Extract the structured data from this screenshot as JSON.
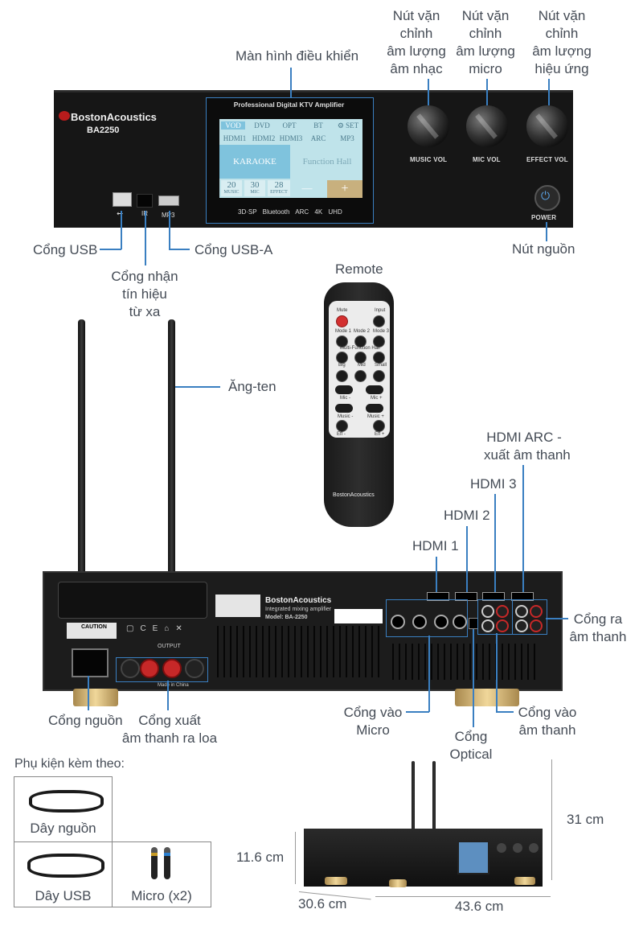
{
  "callouts": {
    "music_knob": "Nút vặn chỉnh âm lượng âm nhạc",
    "music_knob_lines": [
      "Nút vặn",
      "chỉnh",
      "âm lượng",
      "âm nhạc"
    ],
    "mic_knob_lines": [
      "Nút vặn",
      "chỉnh",
      "âm lượng",
      "micro"
    ],
    "effect_knob_lines": [
      "Nút vặn",
      "chỉnh",
      "âm lượng",
      "hiệu ứng"
    ],
    "control_screen": "Màn hình điều khiển",
    "usb_port": "Cổng USB",
    "ir_lines": [
      "Cổng nhận",
      "tín hiệu",
      "từ xa"
    ],
    "usb_a_port": "Cổng USB-A",
    "power_button": "Nút nguồn",
    "remote": "Remote",
    "antenna": "Ăng-ten",
    "hdmi_arc_lines": [
      "HDMI ARC -",
      "xuất âm thanh"
    ],
    "hdmi3": "HDMI 3",
    "hdmi2": "HDMI 2",
    "hdmi1": "HDMI 1",
    "audio_out_lines": [
      "Cổng ra",
      "âm thanh"
    ],
    "power_port": "Cổng nguồn",
    "speaker_out_lines": [
      "Cổng xuất",
      "âm thanh ra loa"
    ],
    "mic_in_lines": [
      "Cổng vào",
      "Micro"
    ],
    "optical_lines": [
      "Cổng",
      "Optical"
    ],
    "audio_in_lines": [
      "Cổng vào",
      "âm thanh"
    ]
  },
  "device": {
    "brand": "BostonAcoustics",
    "model": "BA2250",
    "screen_title": "Professional Digital KTV Amplifier",
    "inputs_row1": [
      "VOD",
      "DVD",
      "OPT",
      "BT",
      "SET"
    ],
    "inputs_row2": [
      "HDMI1",
      "HDMI2",
      "HDMI3",
      "ARC",
      "MP3"
    ],
    "mode_karaoke": "KARAOKE",
    "mode_function": "Function Hall",
    "level_music": "20",
    "level_mic": "30",
    "level_effect": "28",
    "level_music_label": "MUSIC",
    "level_mic_label": "MIC",
    "level_effect_label": "EFFECT",
    "minus": "—",
    "plus": "+",
    "badges": [
      "3D·SP",
      "Bluetooth",
      "ARC",
      "4K UHD"
    ],
    "knob_music": "MUSIC VOL",
    "knob_mic": "MIC VOL",
    "knob_effect": "EFFECT VOL",
    "power": "POWER",
    "port_ir": "IR",
    "port_mp3": "MP3"
  },
  "remote_text": {
    "brand": "BostonAcoustics",
    "mute": "Mute",
    "input": "Input",
    "mode1": "Mode 1",
    "mode2": "Mode 2",
    "mode3": "Mode 3",
    "mfh": "Multi-Function Hall",
    "big": "Big",
    "mid": "Mid",
    "small": "Small",
    "mic_minus": "Mic -",
    "mic_plus": "Mic +",
    "music_minus": "Music -",
    "music_plus": "Music +",
    "eff_minus": "Eff -",
    "eff_plus": "Eff +"
  },
  "rear": {
    "brand": "BostonAcoustics",
    "subtitle": "Integrated mixing amplifier",
    "model": "Model: BA-2250",
    "caution": "CAUTION",
    "output": "OUTPUT",
    "made_in": "Made in China"
  },
  "accessories": {
    "title": "Phụ kiện kèm theo:",
    "power_cable": "Dây nguồn",
    "usb_cable": "Dây USB",
    "micro": "Micro (x2)"
  },
  "dimensions": {
    "height_antenna": "31 cm",
    "height_body": "11.6 cm",
    "depth": "30.6 cm",
    "width": "43.6 cm"
  },
  "colors": {
    "callout_line": "#3a7fc1",
    "text": "#444b55",
    "device_body": "#161616",
    "lcd": "#bfe3ea",
    "lcd_active": "#7fc3dd"
  }
}
